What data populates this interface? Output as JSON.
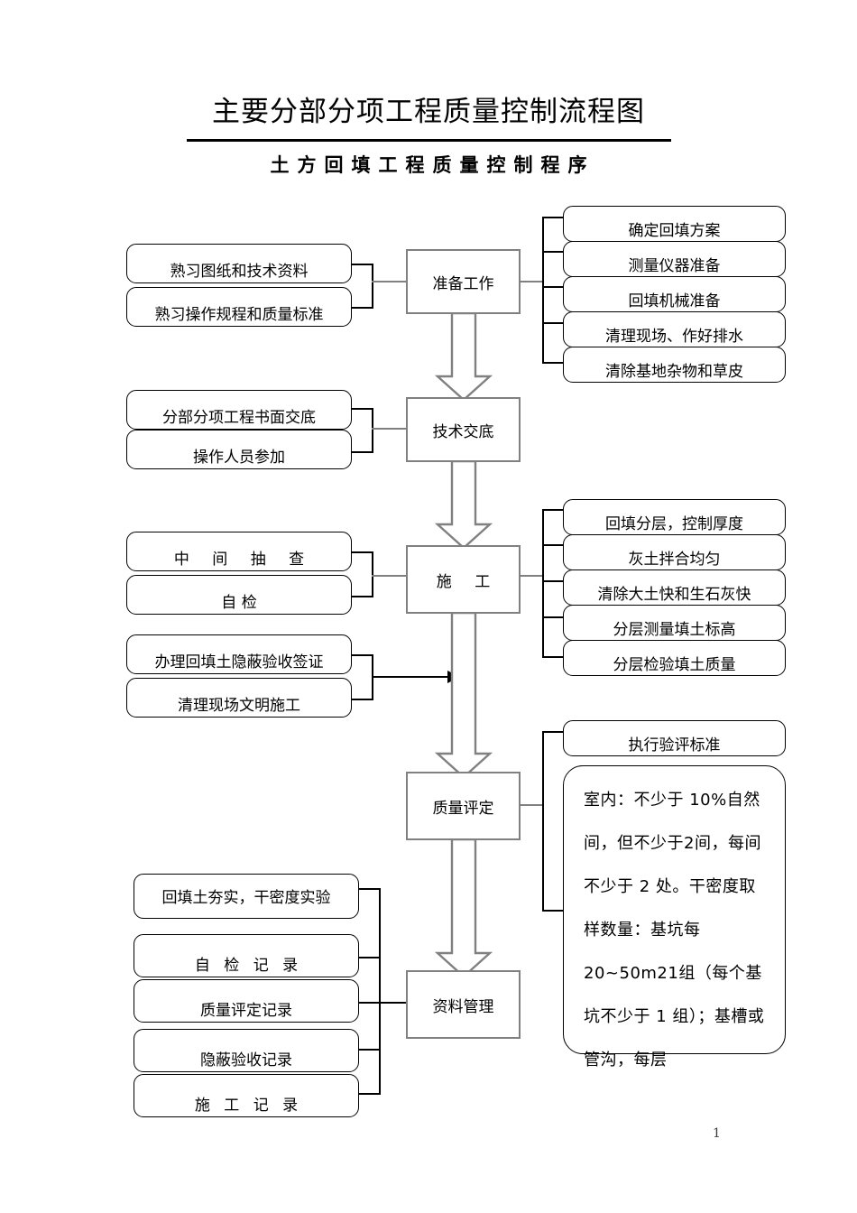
{
  "document": {
    "main_title": "主要分部分项工程质量控制流程图",
    "sub_title": "土方回填工程质量控制程序",
    "page_number": "1"
  },
  "colors": {
    "box_border": "#000000",
    "process_border": "#808080",
    "connector": "#000000",
    "background": "#ffffff"
  },
  "flow": {
    "stages": [
      {
        "id": "preparation",
        "label": "准备工作",
        "inputs": [
          "熟习图纸和技术资料",
          "熟习操作规程和质量标准"
        ],
        "outputs": [
          "确定回填方案",
          "测量仪器准备",
          "回填机械准备",
          "清理现场、作好排水",
          "清除基地杂物和草皮"
        ]
      },
      {
        "id": "technical-disclosure",
        "label": "技术交底",
        "inputs": [
          "分部分项工程书面交底",
          "操作人员参加"
        ],
        "outputs": []
      },
      {
        "id": "construction",
        "label": "施      工",
        "inputs": [
          "中 间 抽 查",
          "自        检"
        ],
        "inputs2": [
          "办理回填土隐蔽验收签证",
          "清理现场文明施工"
        ],
        "outputs": [
          "回填分层，控制厚度",
          "灰土拌合均匀",
          "清除大土快和生石灰快",
          "分层测量填土标高",
          "分层检验填土质量"
        ]
      },
      {
        "id": "quality-evaluation",
        "label": "质量评定",
        "inputs": [],
        "outputs": [
          "执行验评标准"
        ],
        "note": "室内：不少于 10%自然间，但不少于2间，每间不少于 2 处。干密度取样数量：基坑每 20~50m21组（每个基坑不少于 1 组）；基槽或管沟，每层"
      },
      {
        "id": "records-management",
        "label": "资料管理",
        "inputs": [
          "回填土夯实，干密度实验",
          "自 检 记 录",
          "质量评定记录",
          "隐蔽验收记录",
          "施 工 记 录"
        ],
        "outputs": []
      }
    ]
  }
}
